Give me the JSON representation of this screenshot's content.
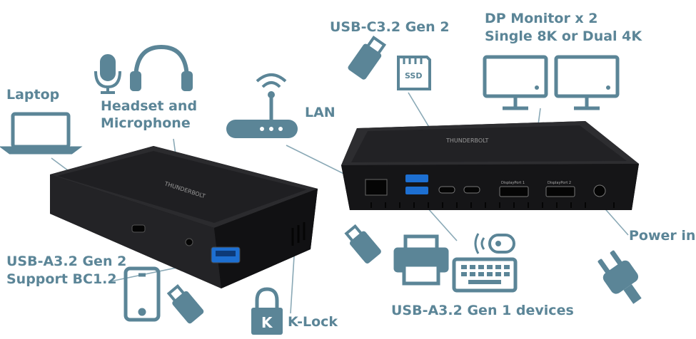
{
  "labels": {
    "laptop": "Laptop",
    "headset_line1": "Headset and",
    "headset_line2": "Microphone",
    "lan": "LAN",
    "usbc": "USB-C3.2 Gen 2",
    "dp_line1": "DP Monitor x 2",
    "dp_line2": "Single 8K or Dual 4K",
    "power": "Power in",
    "usba_front_line1": "USB-A3.2 Gen 2",
    "usba_front_line2": "Support BC1.2",
    "klock": "K-Lock",
    "usba_rear": "USB-A3.2 Gen 1 devices"
  },
  "device_marks": {
    "ssd": "SSD",
    "klock_letter": "K",
    "brand_front": "THUNDERBOLT",
    "brand_rear": "THUNDERBOLT",
    "port_dp1": "DisplayPort 1",
    "port_dp2": "DisplayPort 2"
  },
  "colors": {
    "icon": "#5b8597",
    "dock_body": "#1c1c1e",
    "dock_top": "#2a2a2c",
    "usb_blue": "#1d6fd1"
  }
}
